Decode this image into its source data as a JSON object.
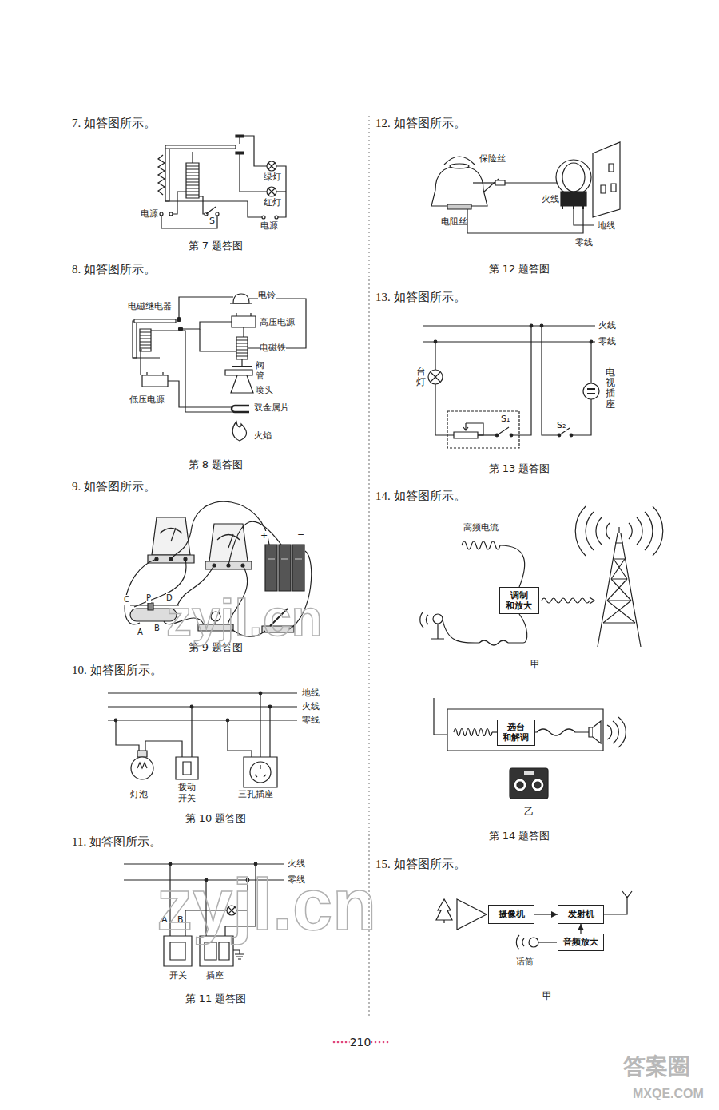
{
  "diagram": {
    "nodes": [
      {
        "text": [
          "调制 和放大"
        ]
      },
      {
        "text": [
          "选台 和解调"
        ]
      },
      {
        "text": [
          "摄像机"
        ]
      },
      {
        "text": [
          "发射机"
        ]
      },
      {
        "text": [
          "音频放大"
        ]
      }
    ],
    "edges": [
      {
        "from": 2,
        "to": 3,
        "arrow": "to"
      },
      {
        "from": 4,
        "to": 3,
        "arrow": "to"
      }
    ],
    "labels": [
      "7. 如答图所示。",
      "绿灯",
      "红灯",
      "电源",
      "S",
      "电源",
      "第 7 题答图",
      "8. 如答图所示。",
      "电磁继电器",
      "电铃",
      "高压电源",
      "电磁铁",
      "阀",
      "管",
      "喷头",
      "低压电源",
      "双金属片",
      "火焰",
      "第 8 题答图",
      "9. 如答图所示。",
      "+",
      "−",
      "C",
      "P",
      "D",
      "B",
      "A",
      "第 9 题答图",
      "10. 如答图所示。",
      "地线",
      "火线",
      "零线",
      "灯泡",
      "拨动 开关",
      "三孔插座",
      "第 10 题答图",
      "11. 如答图所示。",
      "火线",
      "零线",
      "A",
      "B",
      "开关",
      "插座",
      "第 11 题答图",
      "12. 如答图所示。",
      "保险丝",
      "电阻丝",
      "火线",
      "地线",
      "零线",
      "第 12 题答图",
      "13. 如答图所示。",
      "火线",
      "零线",
      "台灯",
      "S₁",
      "S₂",
      "电视插座",
      "第 13 题答图",
      "14. 如答图所示。",
      "高频电流",
      "甲",
      "乙",
      "第 14 题答图",
      "15. 如答图所示。",
      "话筒",
      "甲",
      "210",
      "zyjl.cn",
      "zyjl.cn",
      "答案圈",
      "MXQE.COM"
    ]
  }
}
